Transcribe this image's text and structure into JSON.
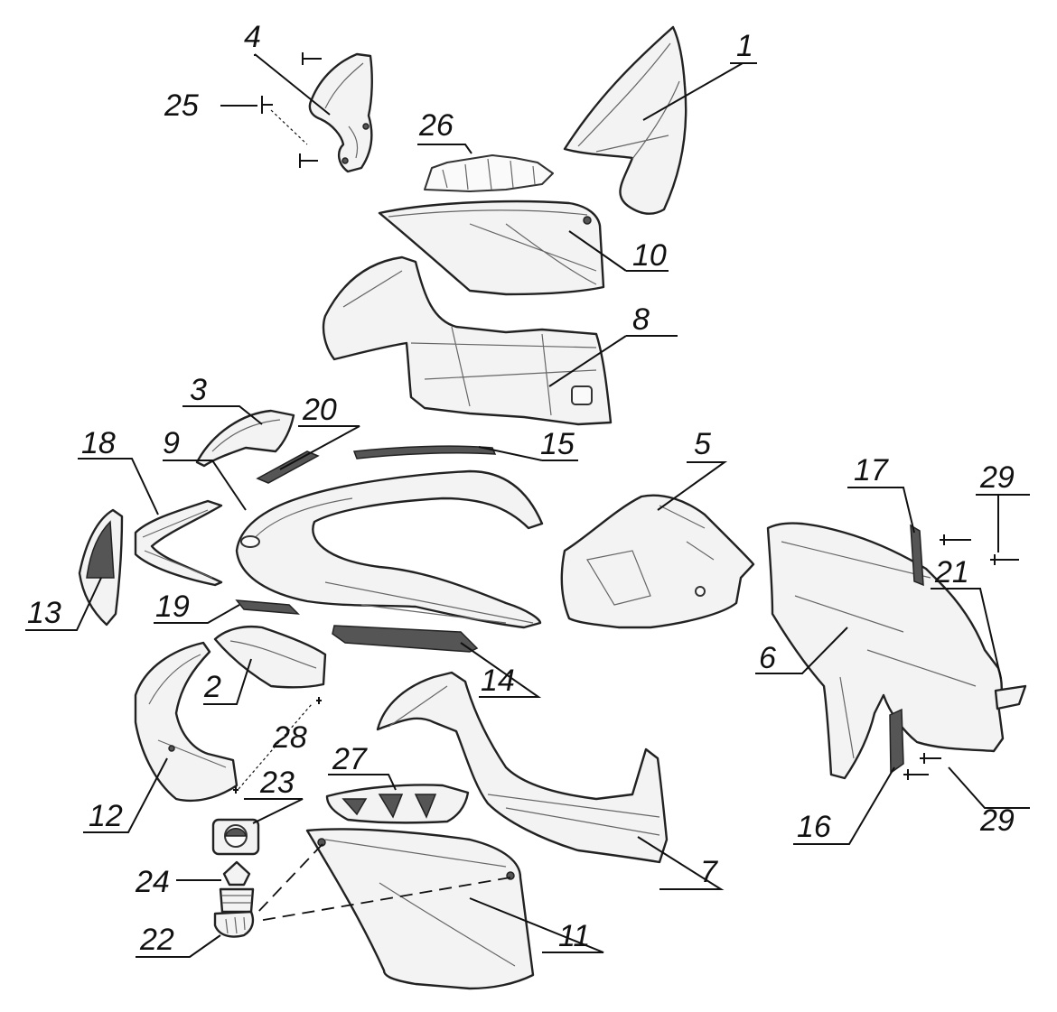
{
  "diagram": {
    "labels": {
      "p1": "1",
      "p2": "2",
      "p3": "3",
      "p4": "4",
      "p5": "5",
      "p6": "6",
      "p7": "7",
      "p8": "8",
      "p9": "9",
      "p10": "10",
      "p11": "11",
      "p12": "12",
      "p13": "13",
      "p14": "14",
      "p15": "15",
      "p16": "16",
      "p17": "17",
      "p18": "18",
      "p19": "19",
      "p20": "20",
      "p21": "21",
      "p22": "22",
      "p23": "23",
      "p24": "24",
      "p25": "25",
      "p26": "26",
      "p27": "27",
      "p28": "28",
      "p29a": "29",
      "p29b": "29"
    }
  }
}
